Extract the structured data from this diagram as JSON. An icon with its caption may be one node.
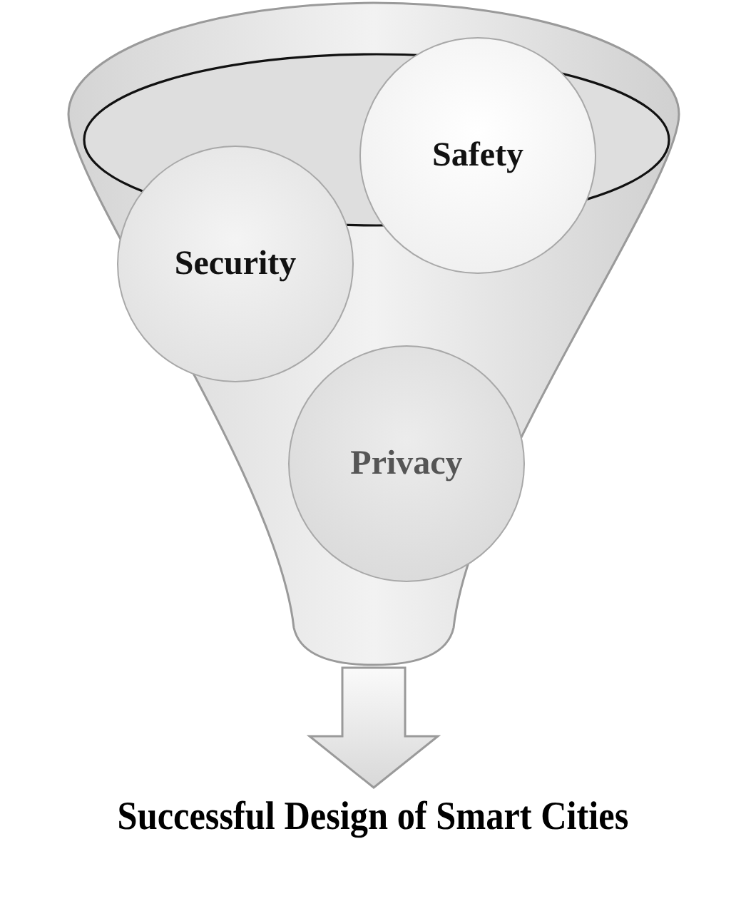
{
  "diagram": {
    "nodes": [
      {
        "text": [],
        "shape": "funnel"
      },
      {
        "text": [
          "Security"
        ],
        "in": 0
      },
      {
        "text": [
          "Safety"
        ],
        "in": 0
      },
      {
        "text": [
          "Privacy"
        ],
        "in": 0
      },
      {
        "text": [
          "Successful Design of Smart Cities"
        ]
      }
    ],
    "edges": [
      {
        "from": 0,
        "to": 4,
        "arrow": "to"
      }
    ]
  }
}
